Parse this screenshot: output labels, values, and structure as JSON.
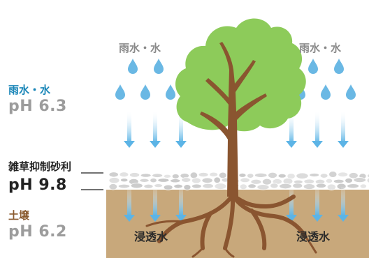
{
  "legend": {
    "rain": {
      "title": "雨水・水",
      "ph": "pH 6.3",
      "color": "#1a86b8"
    },
    "gravel": {
      "title": "雑草抑制砂利",
      "ph": "pH 9.8",
      "color": "#222222"
    },
    "soil": {
      "title": "土壌",
      "ph": "pH 6.2",
      "color": "#8a5a2e"
    }
  },
  "rain_labels": {
    "left": "雨水・水",
    "right": "雨水・水"
  },
  "seep_labels": {
    "left": "浸透水",
    "right": "浸透水"
  },
  "colors": {
    "soil": "#c8a87b",
    "gravel": "#d6d6d6",
    "foliage": "#8dcb5a",
    "trunk": "#8a5530",
    "drop": "#6ab8e4",
    "arrow": "#8ccbed"
  },
  "icons": [
    "water-drop-icon",
    "down-arrow-icon",
    "tree-icon",
    "gravel-icon"
  ]
}
